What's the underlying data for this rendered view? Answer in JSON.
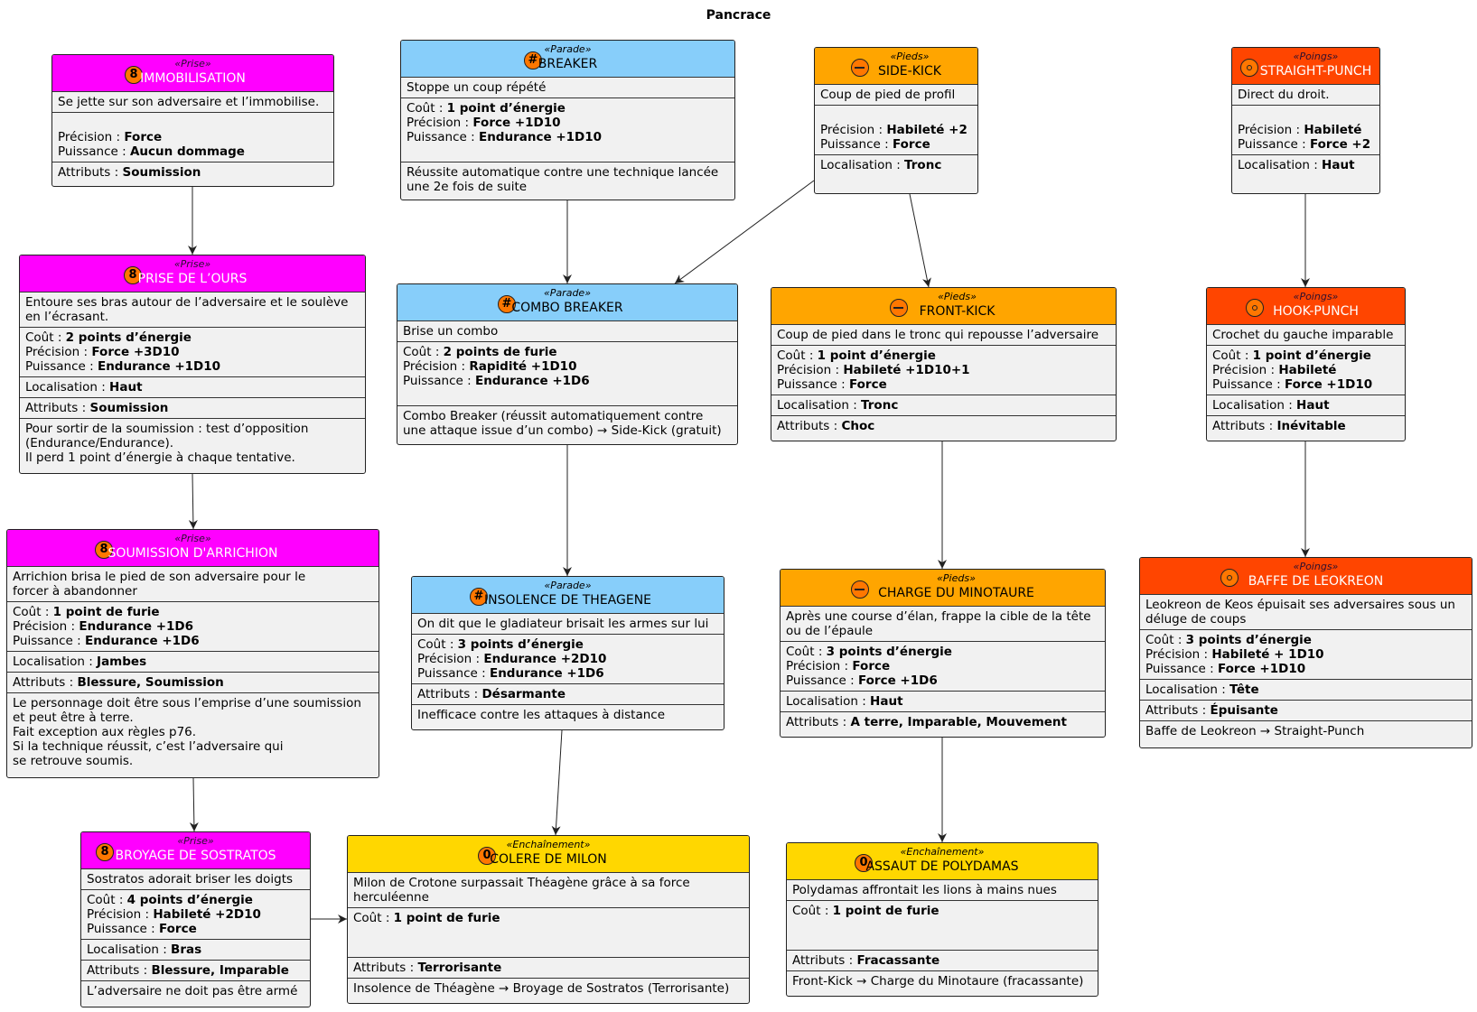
{
  "diagram": {
    "title": "Pancrace"
  },
  "colors": {
    "prise": "#ff00ff",
    "parade": "#87cefa",
    "pieds": "#ffa500",
    "poings": "#ff4500",
    "enchainement": "#ffd700",
    "spot": "#ff7700",
    "box": "#f1f1f1"
  },
  "icons": {
    "prise": "spot-8",
    "parade": "spot-hash",
    "pieds": "spot-minus",
    "poings": "spot-ring",
    "enchainement": "spot-0"
  },
  "nodes": {
    "immobilisation": {
      "stereotype": "«Prise»",
      "spot": "8",
      "name": "IMMOBILISATION",
      "desc": "Se jette sur son adversaire et l’immobilise.",
      "prec_label": "Précision : ",
      "prec_value": "Force",
      "puis_label": "Puissance : ",
      "puis_value": "Aucun dommage",
      "attr_label": "Attributs : ",
      "attr_value": "Soumission"
    },
    "prise_ours": {
      "stereotype": "«Prise»",
      "spot": "8",
      "name": "PRISE DE L’OURS",
      "desc1": "Entoure ses bras autour de l’adversaire et le soulève",
      "desc2": "en l’écrasant.",
      "cout_label": "Coût : ",
      "cout_value": "2 points d’énergie",
      "prec_label": "Précision : ",
      "prec_value": "Force +3D10",
      "puis_label": "Puissance : ",
      "puis_value": "Endurance +1D10",
      "loc_label": "Localisation : ",
      "loc_value": "Haut",
      "attr_label": "Attributs : ",
      "attr_value": "Soumission",
      "note1": "Pour sortir de la soumission : test d’opposition",
      "note2": "(Endurance/Endurance).",
      "note3": "Il perd 1 point d’énergie à chaque tentative."
    },
    "soumission": {
      "stereotype": "«Prise»",
      "spot": "8",
      "name": "SOUMISSION D'ARRICHION",
      "desc1": "Arrichion brisa le pied de son adversaire pour le",
      "desc2": "forcer à abandonner",
      "cout_label": "Coût : ",
      "cout_value": "1 point de furie",
      "prec_label": "Précision : ",
      "prec_value": "Endurance +1D6",
      "puis_label": "Puissance : ",
      "puis_value": "Endurance +1D6",
      "loc_label": "Localisation : ",
      "loc_value": "Jambes",
      "attr_label": "Attributs : ",
      "attr_value": "Blessure, Soumission",
      "note1": "Le personnage doit être sous l’emprise d’une soumission",
      "note2": "et peut être à terre.",
      "note3": "Fait exception aux règles p76.",
      "note4": "Si la technique réussit, c’est l’adversaire qui",
      "note5": "se retrouve soumis."
    },
    "broyage": {
      "stereotype": "«Prise»",
      "spot": "8",
      "name": "BROYAGE DE SOSTRATOS",
      "desc": "Sostratos adorait briser les doigts",
      "cout_label": "Coût : ",
      "cout_value": "4 points d’énergie",
      "prec_label": "Précision : ",
      "prec_value": "Habileté +2D10",
      "puis_label": "Puissance : ",
      "puis_value": "Force",
      "loc_label": "Localisation : ",
      "loc_value": "Bras",
      "attr_label": "Attributs : ",
      "attr_value": "Blessure, Imparable",
      "note": "L’adversaire ne doit pas être armé"
    },
    "breaker": {
      "stereotype": "«Parade»",
      "spot": "#",
      "name": "BREAKER",
      "desc": "Stoppe un coup répété",
      "cout_label": "Coût : ",
      "cout_value": "1 point d’énergie",
      "prec_label": "Précision : ",
      "prec_value": "Force +1D10",
      "puis_label": "Puissance : ",
      "puis_value": "Endurance +1D10",
      "note1": "Réussite automatique contre une technique lancée",
      "note2": "une 2e fois de suite"
    },
    "combo_breaker": {
      "stereotype": "«Parade»",
      "spot": "#",
      "name": "COMBO BREAKER",
      "desc": "Brise un combo",
      "cout_label": "Coût : ",
      "cout_value": "2 points de furie",
      "prec_label": "Précision : ",
      "prec_value": "Rapidité +1D10",
      "puis_label": "Puissance : ",
      "puis_value": "Endurance +1D6",
      "note1": "Combo Breaker (réussit automatiquement contre",
      "note2": "une attaque issue d’un combo) → Side-Kick (gratuit)"
    },
    "insolence": {
      "stereotype": "«Parade»",
      "spot": "#",
      "name": "INSOLENCE DE THEAGENE",
      "desc": "On dit que le gladiateur brisait les armes sur lui",
      "cout_label": "Coût : ",
      "cout_value": "3 points d’énergie",
      "prec_label": "Précision : ",
      "prec_value": "Endurance +2D10",
      "puis_label": "Puissance : ",
      "puis_value": "Endurance +1D6",
      "attr_label": "Attributs : ",
      "attr_value": "Désarmante",
      "note": "Inefficace contre les attaques à distance"
    },
    "colere": {
      "stereotype": "«Enchaînement»",
      "spot": "0",
      "name": "COLERE DE MILON",
      "desc1": "Milon de Crotone surpassait Théagène grâce à sa force",
      "desc2": "herculéenne",
      "cout_label": "Coût : ",
      "cout_value": "1 point de furie",
      "attr_label": "Attributs : ",
      "attr_value": "Terrorisante",
      "note": "Insolence de Théagène → Broyage de Sostratos (Terrorisante)"
    },
    "side_kick": {
      "stereotype": "«Pieds»",
      "spot": "–",
      "name": "SIDE-KICK",
      "desc": "Coup de pied de profil",
      "prec_label": "Précision : ",
      "prec_value": "Habileté +2",
      "puis_label": "Puissance : ",
      "puis_value": "Force",
      "loc_label": "Localisation : ",
      "loc_value": "Tronc"
    },
    "front_kick": {
      "stereotype": "«Pieds»",
      "spot": "–",
      "name": "FRONT-KICK",
      "desc": "Coup de pied dans le tronc qui repousse l’adversaire",
      "cout_label": "Coût : ",
      "cout_value": "1 point d’énergie",
      "prec_label": "Précision : ",
      "prec_value": "Habileté +1D10+1",
      "puis_label": "Puissance : ",
      "puis_value": "Force",
      "loc_label": "Localisation : ",
      "loc_value": "Tronc",
      "attr_label": "Attributs : ",
      "attr_value": "Choc"
    },
    "charge": {
      "stereotype": "«Pieds»",
      "spot": "–",
      "name": "CHARGE DU MINOTAURE",
      "desc1": "Après une course d’élan, frappe la cible de la tête",
      "desc2": "ou de l’épaule",
      "cout_label": "Coût : ",
      "cout_value": "3 points d’énergie",
      "prec_label": "Précision : ",
      "prec_value": "Force",
      "puis_label": "Puissance : ",
      "puis_value": "Force +1D6",
      "loc_label": "Localisation : ",
      "loc_value": "Haut",
      "attr_label": "Attributs : ",
      "attr_value": "A terre, Imparable, Mouvement"
    },
    "assaut": {
      "stereotype": "«Enchaînement»",
      "spot": "0",
      "name": "ASSAUT DE POLYDAMAS",
      "desc": "Polydamas affrontait les lions à mains nues",
      "cout_label": "Coût : ",
      "cout_value": "1 point de furie",
      "attr_label": "Attributs : ",
      "attr_value": "Fracassante",
      "note": "Front-Kick → Charge du Minotaure (fracassante)"
    },
    "straight": {
      "stereotype": "«Poings»",
      "spot": "",
      "name": "STRAIGHT-PUNCH",
      "desc": "Direct du droit.",
      "prec_label": "Précision : ",
      "prec_value": "Habileté",
      "puis_label": "Puissance : ",
      "puis_value": "Force +2",
      "loc_label": "Localisation : ",
      "loc_value": "Haut"
    },
    "hook": {
      "stereotype": "«Poings»",
      "spot": "",
      "name": "HOOK-PUNCH",
      "desc": "Crochet du gauche imparable",
      "cout_label": "Coût : ",
      "cout_value": "1 point d’énergie",
      "prec_label": "Précision : ",
      "prec_value": "Habileté",
      "puis_label": "Puissance : ",
      "puis_value": "Force +1D10",
      "loc_label": "Localisation : ",
      "loc_value": "Haut",
      "attr_label": "Attributs : ",
      "attr_value": "Inévitable"
    },
    "baffe": {
      "stereotype": "«Poings»",
      "spot": "",
      "name": "BAFFE DE LEOKREON",
      "desc1": "Leokreon de Keos épuisait ses adversaires sous un",
      "desc2": "déluge de coups",
      "cout_label": "Coût : ",
      "cout_value": "3 points d’énergie",
      "prec_label": "Précision : ",
      "prec_value": "Habileté + 1D10",
      "puis_label": "Puissance : ",
      "puis_value": "Force +1D10",
      "loc_label": "Localisation : ",
      "loc_value": "Tête",
      "attr_label": "Attributs : ",
      "attr_value": "Épuisante",
      "note": "Baffe de Leokreon → Straight-Punch"
    }
  }
}
